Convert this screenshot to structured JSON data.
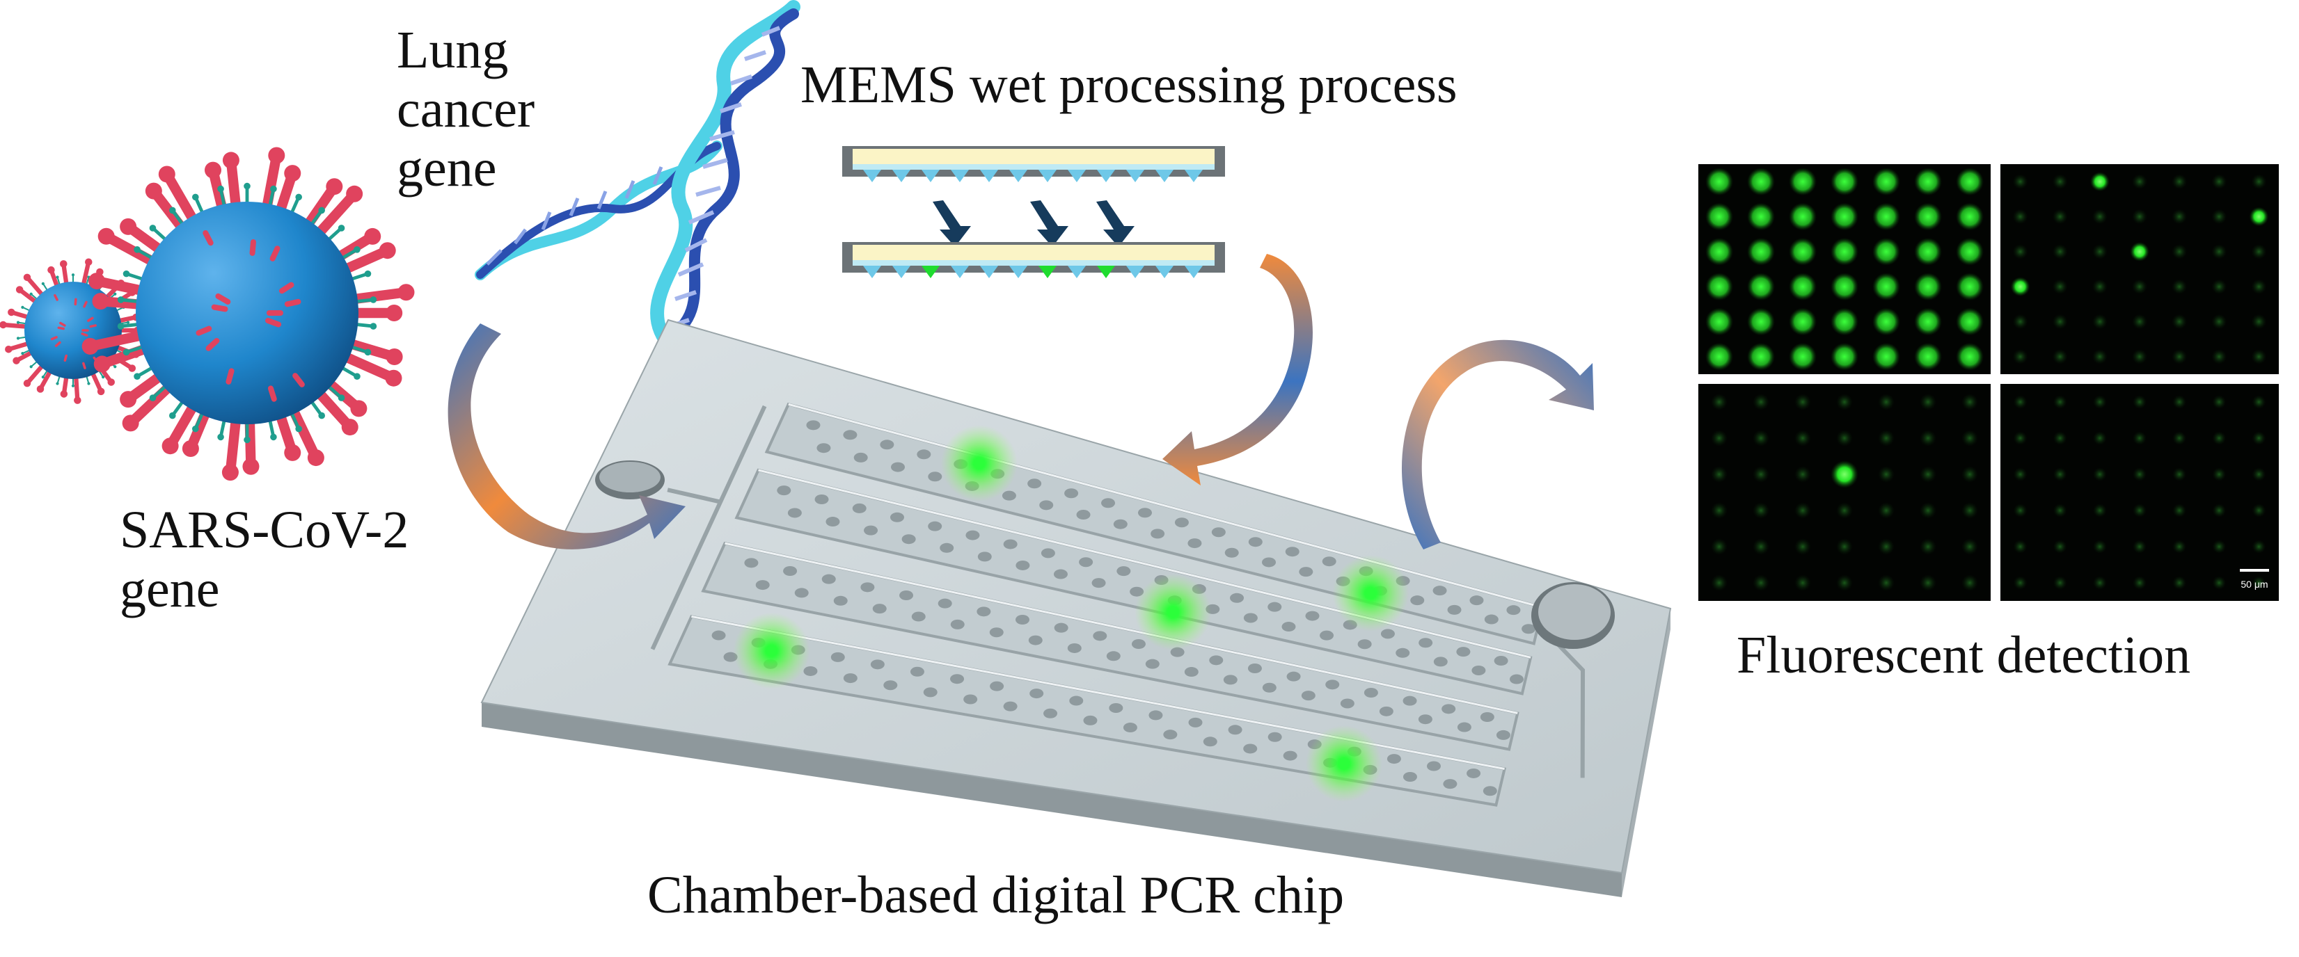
{
  "labels": {
    "lung_cancer_gene": [
      "Lung",
      "cancer",
      "gene"
    ],
    "mems_process": "MEMS wet processing process",
    "sars_cov2_gene": [
      "SARS-CoV-2",
      "gene"
    ],
    "chip": "Chamber-based digital PCR chip",
    "fluorescent_detection": "Fluorescent detection"
  },
  "scale_bar_label": "50 μm",
  "colors": {
    "virus_body": "#1f86cc",
    "virus_spike": "#e0435e",
    "dna_blue": "#2b4fb0",
    "dna_cyan": "#4fd1e6",
    "chip_surface": "#c9d2d6",
    "chip_edge": "#8e989c",
    "fluorescence_green": "#2bff3a",
    "arrow_orange": "#f08a3c",
    "arrow_blue": "#3c74c0",
    "process_arrow": "#163b5c"
  },
  "fluorescence_panels": [
    {
      "position": "top-left",
      "pattern": "full-grid-positive"
    },
    {
      "position": "top-right",
      "pattern": "sparse-positive"
    },
    {
      "position": "bottom-left",
      "pattern": "single-positive"
    },
    {
      "position": "bottom-right",
      "pattern": "negative"
    }
  ]
}
